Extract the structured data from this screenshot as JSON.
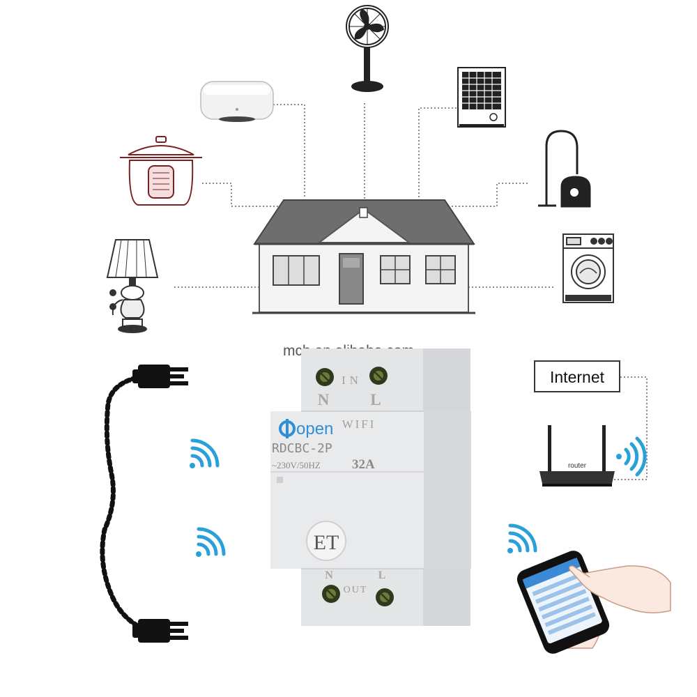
{
  "watermark": "mcb.en.alibaba.com",
  "internet_label": "Internet",
  "router_label": "router",
  "device": {
    "top_label": "IN",
    "n_top": "N",
    "l_top": "L",
    "brand": "open",
    "wifi": "WIFI",
    "model": "RDCBC-2P",
    "voltage": "~230V/50HZ",
    "current": "32A",
    "button_glyph": "ET",
    "out_label": "OUT",
    "n_bottom": "N",
    "l_bottom": "L"
  },
  "icons": [
    "fan-icon",
    "water-heater-icon",
    "heater-icon",
    "rice-cooker-icon",
    "vacuum-icon",
    "lamp-icon",
    "washing-machine-icon",
    "house-icon",
    "plug-icon",
    "wifi-icon",
    "router-icon",
    "smartphone-icon",
    "hand-icon"
  ],
  "colors": {
    "brand_blue": "#2e8fd6",
    "wifi_blue": "#2aa0d8",
    "roof": "#6e6e6e",
    "breaker_body": "#e9eaec",
    "terminal": "#2f3a1c"
  }
}
